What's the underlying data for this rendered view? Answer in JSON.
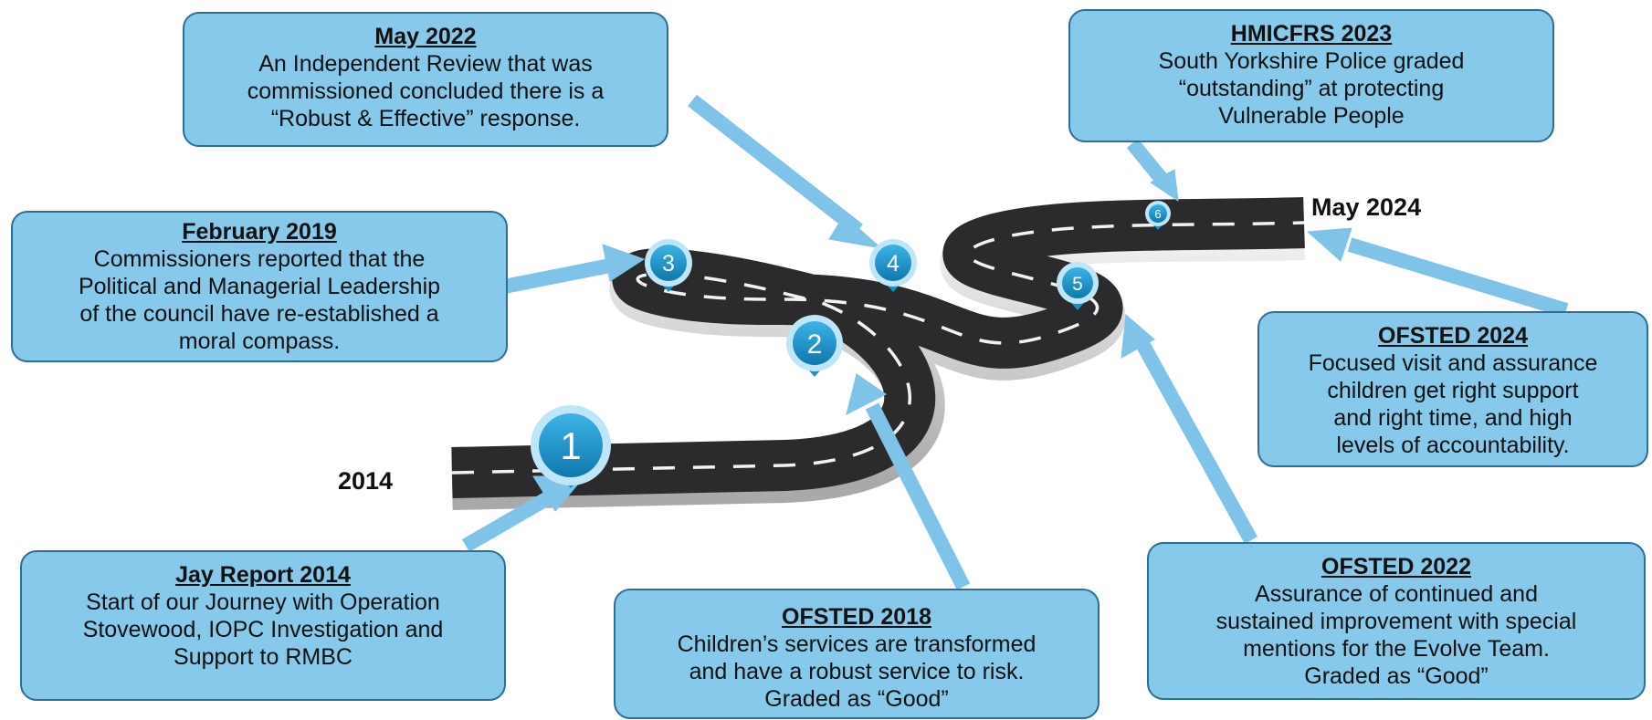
{
  "start_label": "2014",
  "end_label": "May 2024",
  "milestones": [
    {
      "marker": "1",
      "title": "Jay Report 2014",
      "lines": [
        "Start of our Journey with Operation",
        "Stovewood, IOPC  Investigation and",
        "Support to RMBC"
      ]
    },
    {
      "marker": "2",
      "title": "OFSTED 2018",
      "lines": [
        "Children’s services are transformed",
        "and have a robust service to risk.",
        "Graded as “Good”"
      ]
    },
    {
      "marker": "3",
      "title": "February 2019",
      "lines": [
        "Commissioners reported that the",
        "Political and Managerial Leadership",
        "of the council have re-established a",
        "moral compass."
      ]
    },
    {
      "marker": "4",
      "title": "May 2022",
      "lines": [
        "An Independent Review  that was",
        "commissioned concluded there is a",
        "“Robust & Effective” response."
      ]
    },
    {
      "marker": "5",
      "title": "OFSTED 2022",
      "lines": [
        "Assurance of continued and",
        "sustained improvement with special",
        "mentions for the Evolve Team.",
        "Graded as “Good”"
      ]
    },
    {
      "marker": "6",
      "title": "HMICFRS 2023",
      "lines": [
        "South Yorkshire Police graded",
        "“outstanding” at protecting",
        "Vulnerable People"
      ]
    },
    {
      "marker": "",
      "title": "OFSTED 2024",
      "lines": [
        "Focused visit and assurance",
        "children get right support",
        "and right time, and high",
        "levels of accountability."
      ]
    }
  ],
  "colors": {
    "box_fill": "#86c9ea",
    "box_border": "#2f6e94",
    "arrow": "#7fc4e8",
    "road": "#2b2b2e",
    "pin": "#1a8fc7"
  }
}
